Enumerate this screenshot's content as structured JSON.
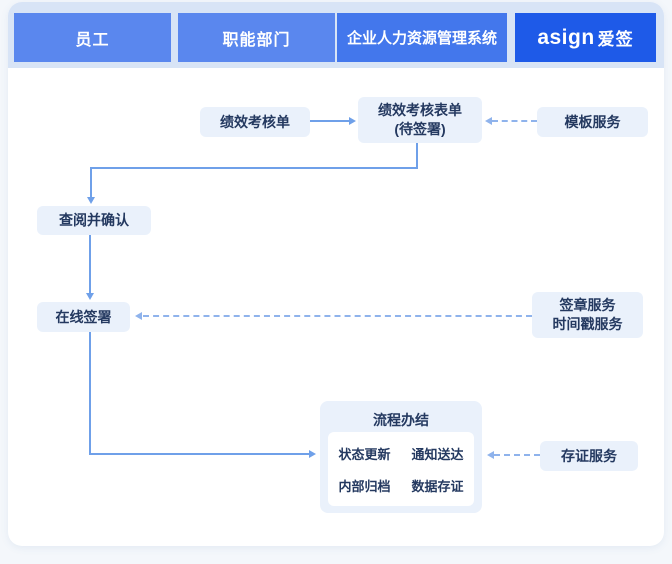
{
  "colors": {
    "page_bg": "#F4F7FB",
    "band_bg": "#D8E4F6",
    "lane_blue": "#5A87EE",
    "lane_blue_deep": "#4377EC",
    "brand_blue": "#1E5AE8",
    "node_bg": "#EAF1FB",
    "node_text": "#243960",
    "solid_arrow": "#6FA0E9",
    "dashed_arrow": "#8FB3EC",
    "panel_bg": "#FFFFFF"
  },
  "header": {
    "lanes": [
      {
        "label": "员工"
      },
      {
        "label": "职能部门"
      },
      {
        "label": "企业人力资源管理系统"
      }
    ],
    "brand": {
      "latin": "asign",
      "cn": "爱签"
    }
  },
  "flow": {
    "appraisal_form": "绩效考核单",
    "form_pending": {
      "line1": "绩效考核表单",
      "line2": "(待签署)"
    },
    "review_confirm": "查阅并确认",
    "online_sign": "在线签署",
    "template_service": "模板服务",
    "seal_service": {
      "line1": "签章服务",
      "line2": "时间戳服务"
    },
    "evidence_service": "存证服务",
    "process_complete": {
      "title": "流程办结",
      "items": [
        "状态更新",
        "通知送达",
        "内部归档",
        "数据存证"
      ]
    }
  }
}
